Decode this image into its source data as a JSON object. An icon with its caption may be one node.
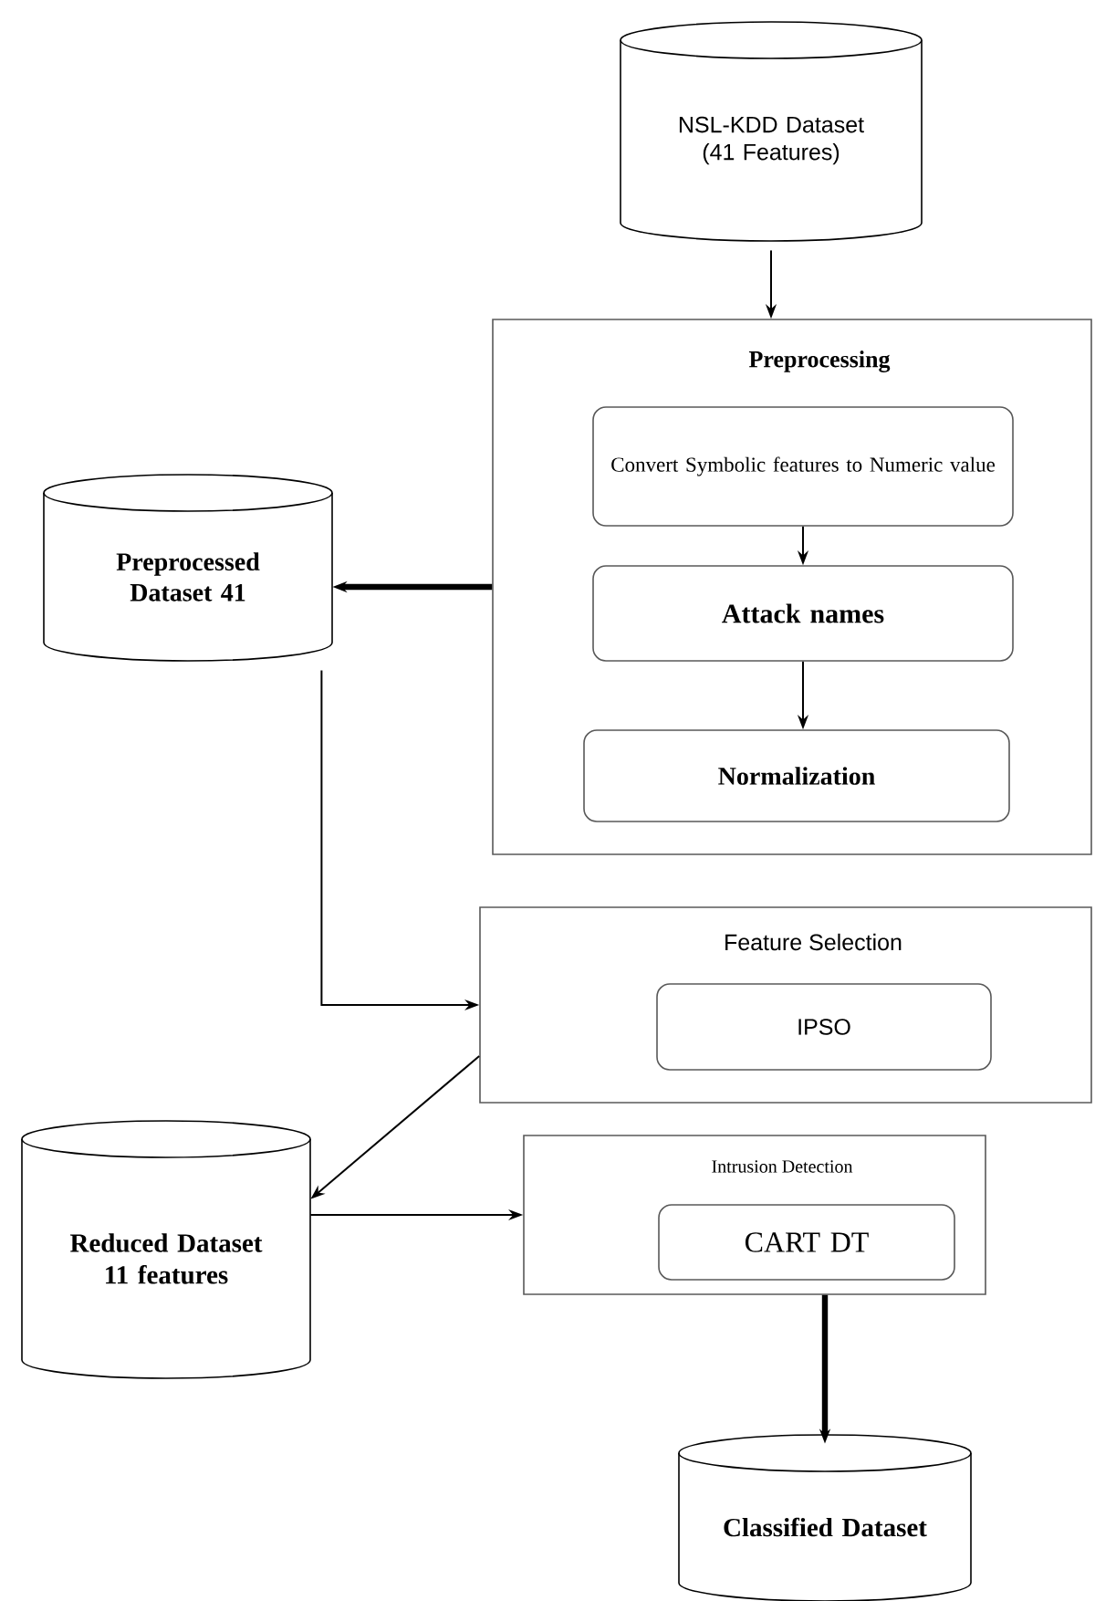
{
  "diagram": {
    "nodes": [
      {
        "text": [
          "NSL-KDD Dataset (41 Features)"
        ]
      },
      {
        "text": [
          "Preprocessing"
        ]
      },
      {
        "text": [
          "Convert Symbolic features to Numeric value"
        ],
        "in": 1
      },
      {
        "text": [
          "Attack names"
        ],
        "in": 1
      },
      {
        "text": [
          "Normalization"
        ],
        "in": 1
      },
      {
        "text": [
          "Preprocessed Dataset 41"
        ]
      },
      {
        "text": [
          "Feature Selection"
        ]
      },
      {
        "text": [
          "IPSO"
        ],
        "in": 6
      },
      {
        "text": [
          "Reduced Dataset 11 features"
        ]
      },
      {
        "text": [
          "Intrusion Detection"
        ]
      },
      {
        "text": [
          "CART DT"
        ],
        "in": 9
      },
      {
        "text": [
          "Classified Dataset"
        ]
      }
    ],
    "edges": [
      {
        "from": 0,
        "to": 1,
        "arrow": "to"
      },
      {
        "from": 2,
        "to": 3,
        "arrow": "to"
      },
      {
        "from": 3,
        "to": 4,
        "arrow": "to"
      },
      {
        "from": 1,
        "to": 5,
        "arrow": "to",
        "style": "thick"
      },
      {
        "from": 5,
        "to": 6,
        "arrow": "to"
      },
      {
        "from": 6,
        "to": 8,
        "arrow": "to"
      },
      {
        "from": 8,
        "to": 9,
        "arrow": "to"
      },
      {
        "from": 9,
        "to": 11,
        "arrow": "to",
        "style": "thick"
      }
    ]
  }
}
